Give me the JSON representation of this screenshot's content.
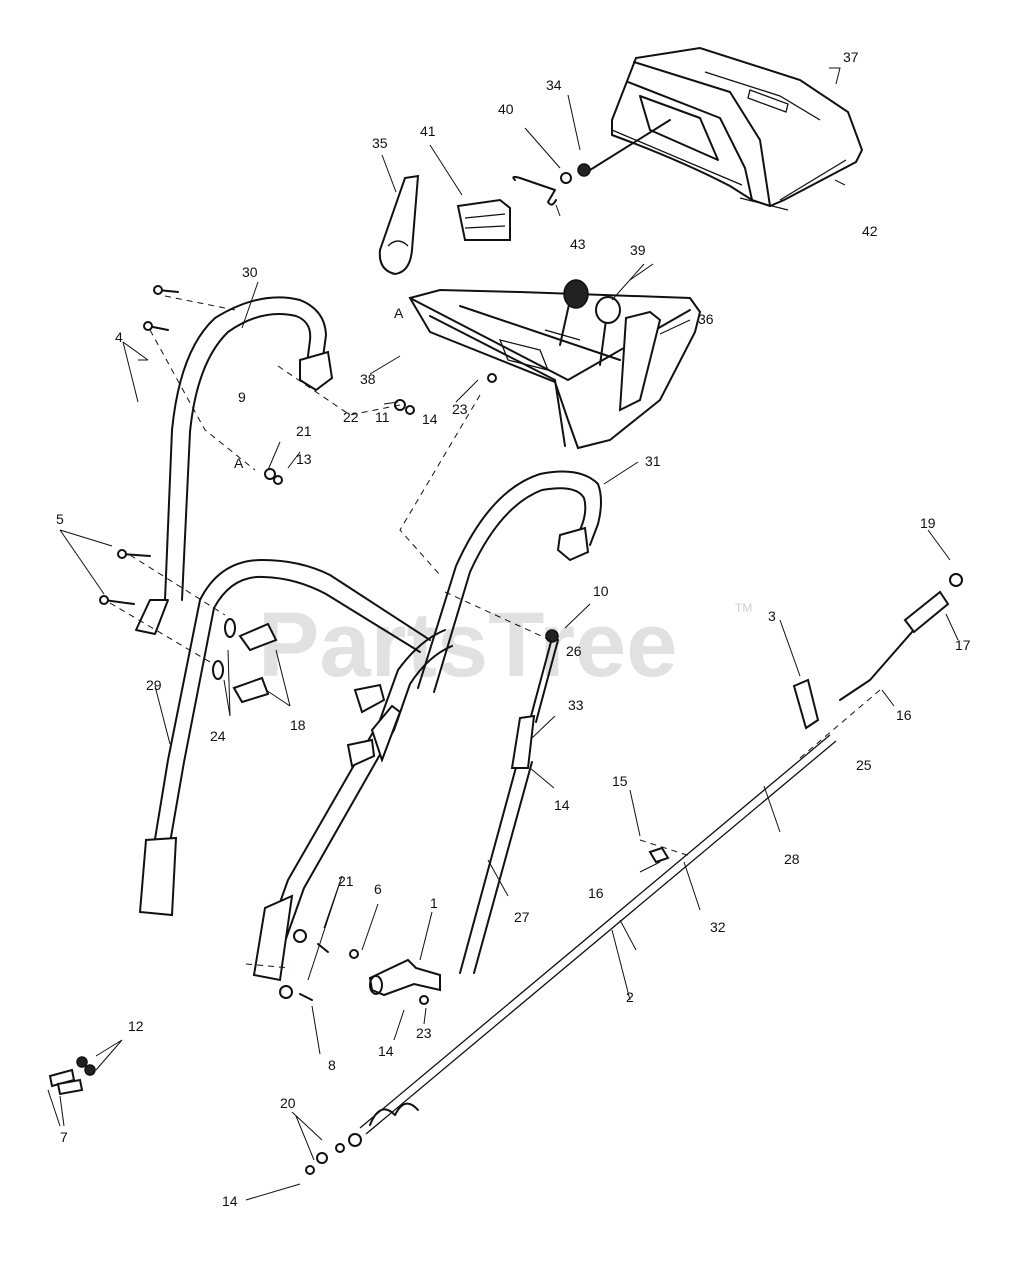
{
  "watermark": {
    "brand": "PartsTree",
    "trademark": "TM"
  },
  "labels": {
    "c1": "1",
    "c2": "2",
    "c3": "3",
    "c4": "4",
    "c5": "5",
    "c6": "6",
    "c7": "7",
    "c8": "8",
    "c9": "9",
    "c10": "10",
    "c11": "11",
    "c12": "12",
    "c13": "13",
    "c14a": "14",
    "c14b": "14",
    "c14c": "14",
    "c14d": "14",
    "c15": "15",
    "c16a": "16",
    "c16b": "16",
    "c17": "17",
    "c18": "18",
    "c19": "19",
    "c20": "20",
    "c21a": "21",
    "c21b": "21",
    "c22": "22",
    "c23a": "23",
    "c23b": "23",
    "c24": "24",
    "c25": "25",
    "c26": "26",
    "c27": "27",
    "c28": "28",
    "c29": "29",
    "c30": "30",
    "c31": "31",
    "c32": "32",
    "c33": "33",
    "c34": "34",
    "c35": "35",
    "c36": "36",
    "c37": "37",
    "c38": "38",
    "c39": "39",
    "c40": "40",
    "c41": "41",
    "c42": "42",
    "c43": "43",
    "refA1": "A",
    "refA2": "A"
  }
}
